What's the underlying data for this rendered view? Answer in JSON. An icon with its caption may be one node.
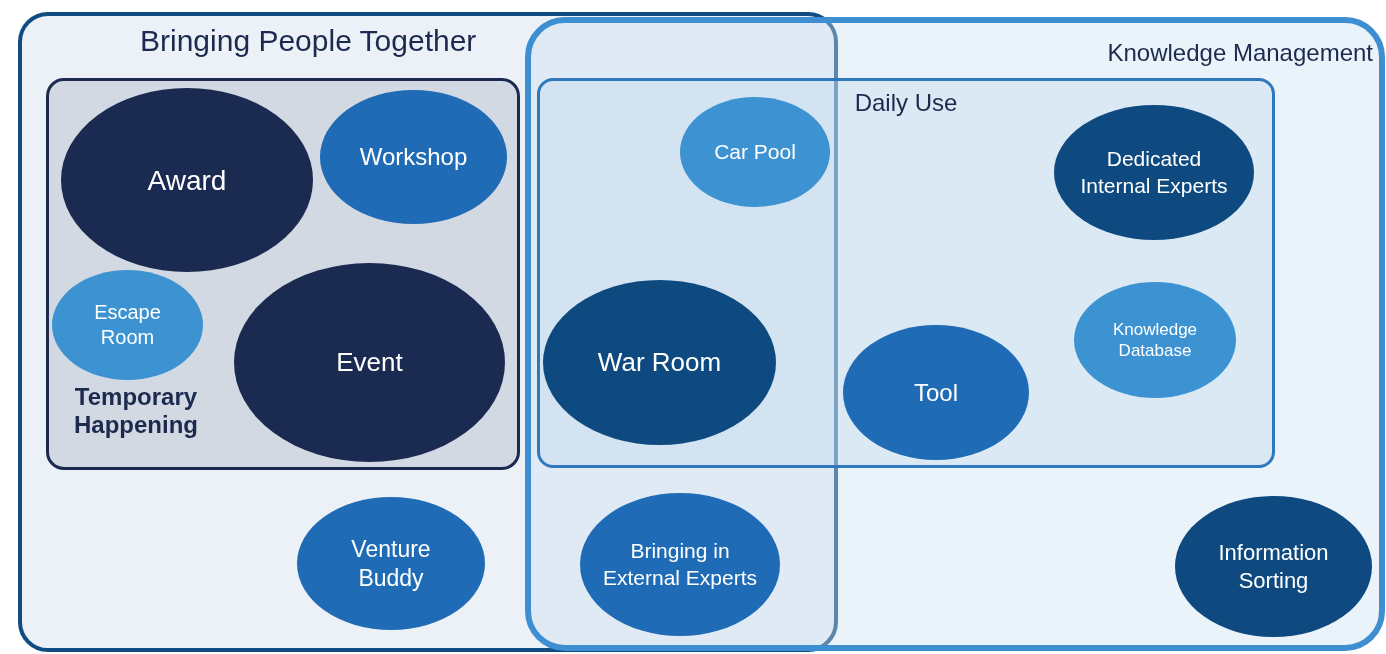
{
  "diagram": {
    "nodes": [
      {
        "text": [
          "Bringing People Together"
        ]
      },
      {
        "text": [
          "Knowledge Management"
        ]
      },
      {
        "text": [
          "Temporary Happening"
        ],
        "in": 0
      },
      {
        "text": [
          "Award"
        ],
        "in": 2
      },
      {
        "text": [
          "Workshop"
        ],
        "in": 2
      },
      {
        "text": [
          "Escape Room"
        ],
        "in": 2
      },
      {
        "text": [
          "Event"
        ],
        "in": 2
      },
      {
        "text": [
          "Daily Use"
        ],
        "in": 1
      },
      {
        "text": [
          "Car Pool"
        ]
      },
      {
        "text": [
          "War Room"
        ]
      },
      {
        "text": [
          "Dedicated Internal Experts"
        ],
        "in": 7
      },
      {
        "text": [
          "Knowledge Database"
        ],
        "in": 7
      },
      {
        "text": [
          "Tool"
        ],
        "in": 7
      },
      {
        "text": [
          "Venture Buddy"
        ],
        "in": 0
      },
      {
        "text": [
          "Bringing in External Experts"
        ]
      },
      {
        "text": [
          "Information Sorting"
        ],
        "in": 1
      }
    ],
    "edges": []
  }
}
